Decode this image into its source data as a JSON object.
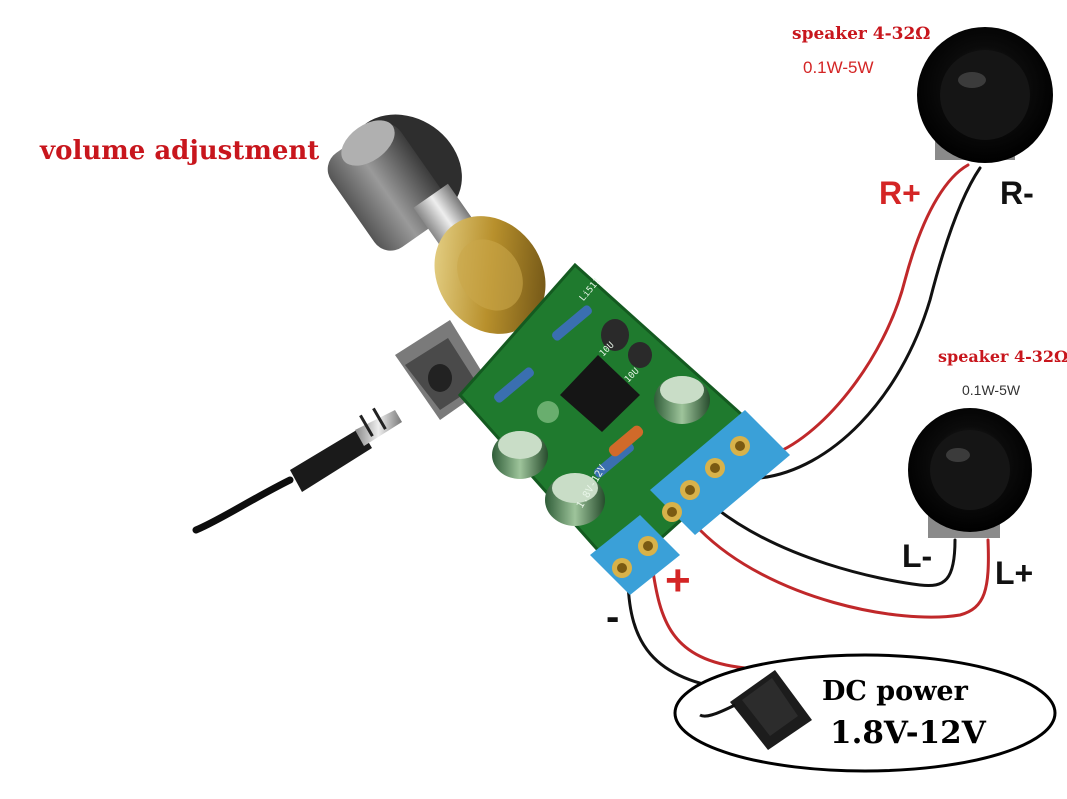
{
  "labels": {
    "volume": "volume adjustment",
    "speaker_right_title": "speaker 4-32Ω",
    "speaker_right_power": "0.1W-5W",
    "speaker_left_title": "speaker 4-32Ω",
    "speaker_left_power": "0.1W-5W",
    "r_plus": "R+",
    "r_minus": "R-",
    "l_minus": "L-",
    "l_plus": "L+",
    "power_minus": "-",
    "power_plus": "+",
    "dc_power": "DC power",
    "dc_voltage": "1.8V-12V",
    "board_voltage_silk": "1.8V-12V",
    "pcb_silk": "Li511",
    "cap_label": "10U",
    "cap_label2": "10U"
  },
  "colors": {
    "label_red": "#c8161d",
    "pcb_green": "#1f7a2e",
    "terminal_blue": "#3aa0d8",
    "wire_red": "#c0282a",
    "wire_black": "#111111"
  }
}
